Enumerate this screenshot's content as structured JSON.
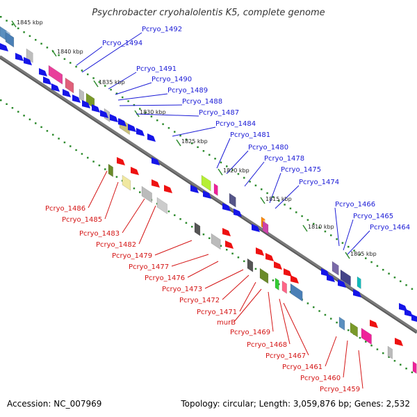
{
  "title": "Psychrobacter cryohalolentis K5, complete genome",
  "footer": {
    "accession": "Accession: NC_007969",
    "topology": "Topology: circular; Length: 3,059,876 bp; Genes: 2,532"
  },
  "kbp_marks": [
    "1845 kbp",
    "1840 kbp",
    "1835 kbp",
    "1830 kbp",
    "1825 kbp",
    "1820 kbp",
    "1815 kbp",
    "1810 kbp",
    "1805 kbp"
  ],
  "labels_top": [
    "Pcryo_1492",
    "Pcryo_1494",
    "Pcryo_1491",
    "Pcryo_1490",
    "Pcryo_1489",
    "Pcryo_1488",
    "Pcryo_1487",
    "Pcryo_1484",
    "Pcryo_1481",
    "Pcryo_1480",
    "Pcryo_1478",
    "Pcryo_1475",
    "Pcryo_1474",
    "Pcryo_1466",
    "Pcryo_1465",
    "Pcryo_1464"
  ],
  "labels_bottom": [
    "Pcryo_1486",
    "Pcryo_1485",
    "Pcryo_1483",
    "Pcryo_1482",
    "Pcryo_1479",
    "Pcryo_1477",
    "Pcryo_1476",
    "Pcryo_1473",
    "Pcryo_1472",
    "Pcryo_1471",
    "murB",
    "Pcryo_1469",
    "Pcryo_1468",
    "Pcryo_1467",
    "Pcryo_1461",
    "Pcryo_1460",
    "Pcryo_1459"
  ],
  "colors": {
    "forward_label": "#1a1ad6",
    "reverse_label": "#d41414",
    "backbone": "#7a7a7a",
    "tick": "#2e8b2e"
  }
}
